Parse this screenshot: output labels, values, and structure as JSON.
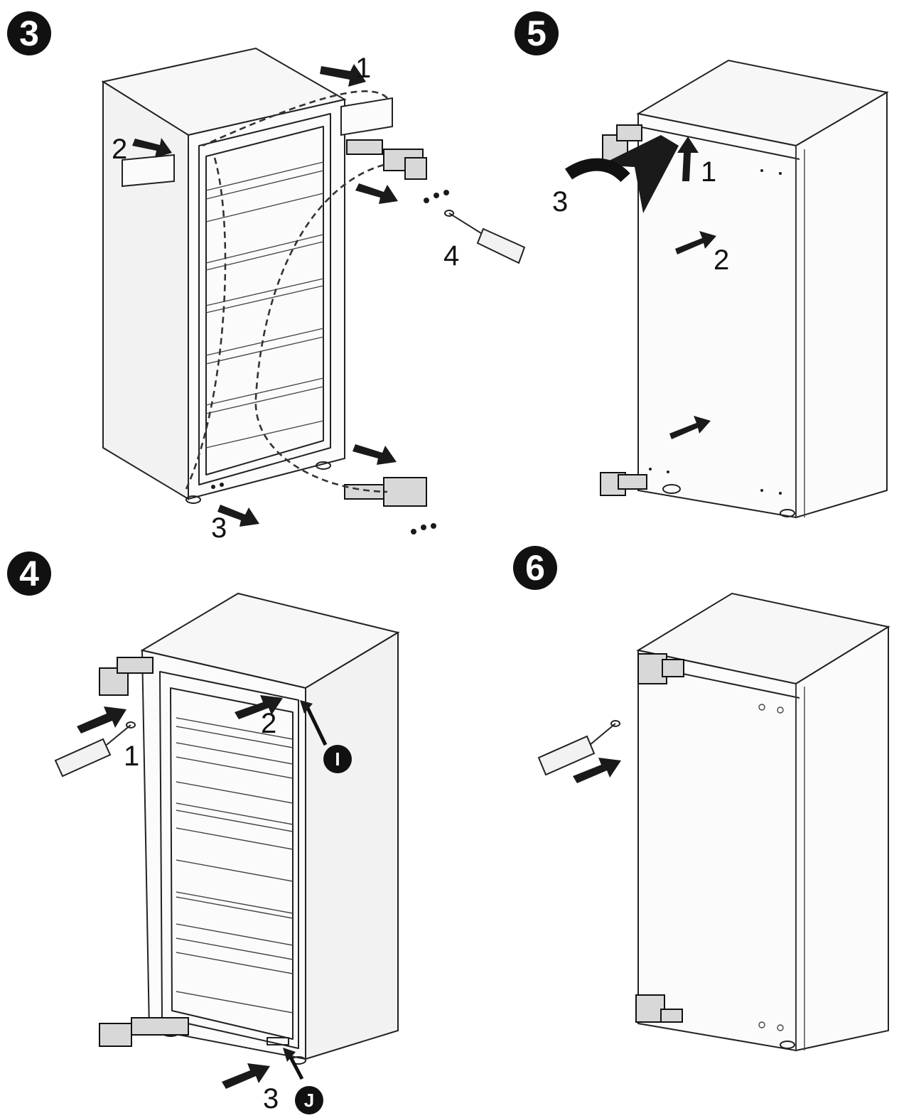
{
  "steps": [
    {
      "id": "3",
      "callouts": [
        "1",
        "2",
        "3",
        "4"
      ]
    },
    {
      "id": "5",
      "callouts": [
        "1",
        "2",
        "3"
      ]
    },
    {
      "id": "4",
      "callouts": [
        "1",
        "2",
        "3"
      ],
      "parts": [
        "I",
        "J"
      ]
    },
    {
      "id": "6",
      "callouts": []
    }
  ]
}
